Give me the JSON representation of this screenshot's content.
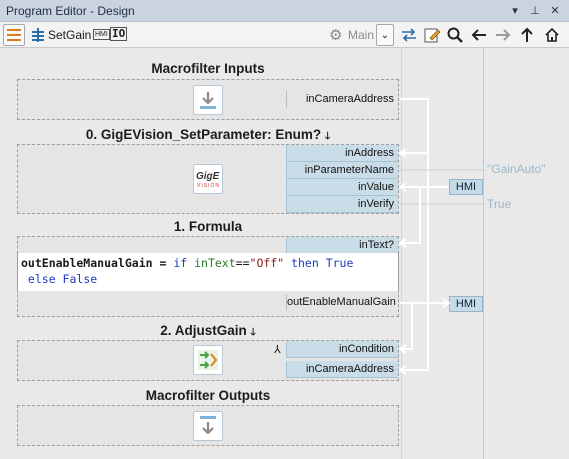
{
  "window": {
    "title": "Program Editor - Design"
  },
  "toolbar": {
    "macro_name": "SetGain",
    "io_label": "IO",
    "hmi_small": "HMI",
    "worker": "Main"
  },
  "blocks": {
    "inputs_title": "Macrofilter Inputs",
    "inputs_port": "inCameraAddress",
    "gige_title": "0. GigEVision_SetParameter: Enum?",
    "gige_ports": [
      "inAddress",
      "inParameterName",
      "inValue",
      "inVerify"
    ],
    "gige_logo": "GigE",
    "gige_logo_sub": "VISION",
    "formula_title": "1. Formula",
    "formula_in": "inText?",
    "formula_code_1a": "outEnableManualGain = ",
    "formula_code_1b": "if",
    "formula_code_1c": " inText",
    "formula_code_1d": "==",
    "formula_code_1e": "\"Off\"",
    "formula_code_1f": " then ",
    "formula_code_1g": "True",
    "formula_code_2a": " else ",
    "formula_code_2b": "False",
    "formula_out": "outEnableManualGain",
    "adjust_title": "2. AdjustGain",
    "adjust_ports": [
      "inCondition",
      "inCameraAddress"
    ],
    "outputs_title": "Macrofilter Outputs"
  },
  "external": {
    "param_value": "\"GainAuto\"",
    "verify_value": "True",
    "hmi_label": "HMI"
  },
  "colors": {
    "titlebar": "#cbd3e0",
    "port": "#c9dde8",
    "hmi": "#c6dbe8",
    "keyword": "#1b3cc2"
  }
}
